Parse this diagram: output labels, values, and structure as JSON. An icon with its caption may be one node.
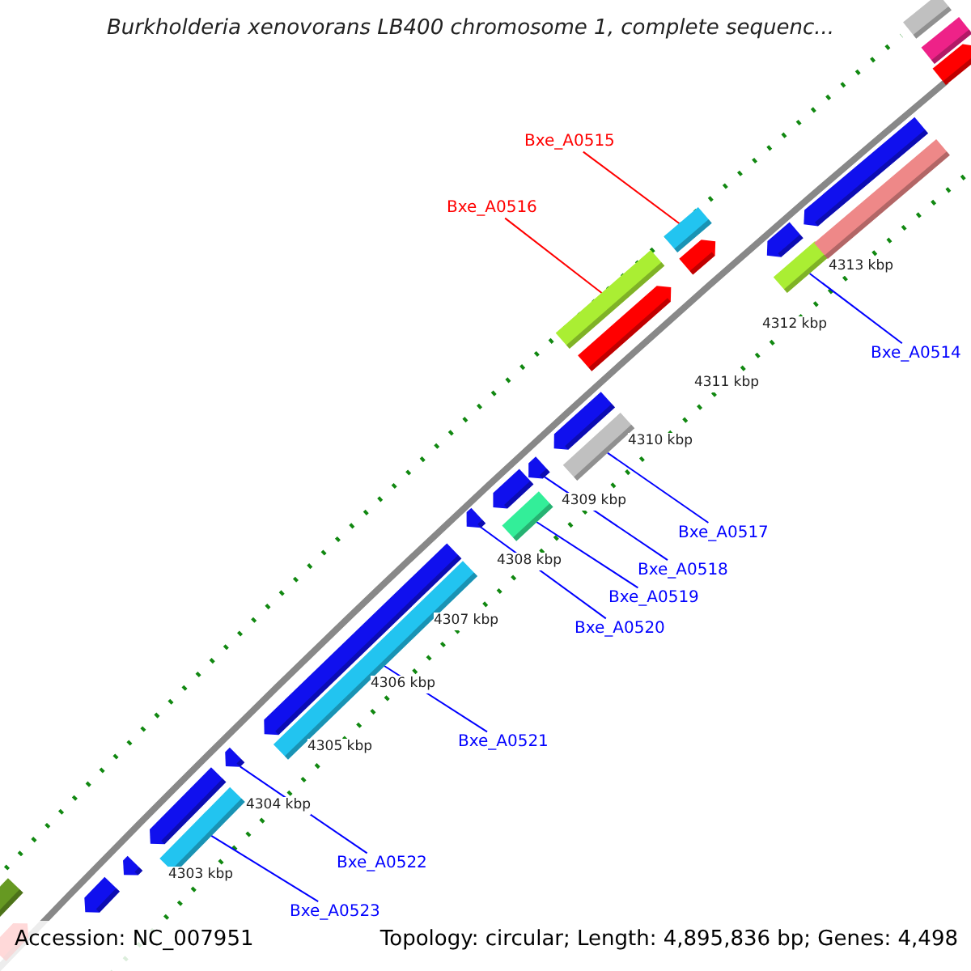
{
  "diagram": {
    "title": "Burkholderia xenovorans LB400 chromosome 1, complete sequenc...",
    "nodes": [
      {
        "text": [
          "Bxe_A0515"
        ]
      },
      {
        "text": [
          "Bxe_A0516"
        ]
      },
      {
        "text": [
          "Bxe_A0514"
        ]
      },
      {
        "text": [
          "Bxe_A0517"
        ]
      },
      {
        "text": [
          "Bxe_A0518"
        ]
      },
      {
        "text": [
          "Bxe_A0519"
        ]
      },
      {
        "text": [
          "Bxe_A0520"
        ]
      },
      {
        "text": [
          "Bxe_A0521"
        ]
      },
      {
        "text": [
          "Bxe_A0522"
        ]
      },
      {
        "text": [
          "Bxe_A0523"
        ]
      },
      {
        "text": [],
        "shape": "bar"
      },
      {
        "text": [],
        "shape": "pentagon"
      },
      {
        "text": [],
        "shape": "pentagon"
      },
      {
        "text": [],
        "shape": "pentagon"
      },
      {
        "text": [],
        "shape": "pentagon"
      },
      {
        "text": [],
        "shape": "bar"
      },
      {
        "text": [],
        "shape": "pentagon"
      },
      {
        "text": [],
        "shape": "pentagon"
      },
      {
        "text": [],
        "shape": "bar"
      },
      {
        "text": [],
        "shape": "pentagon"
      },
      {
        "text": [],
        "shape": "pentagon"
      },
      {
        "text": [],
        "shape": "bar"
      },
      {
        "text": [],
        "shape": "pentagon"
      },
      {
        "text": [],
        "shape": "pentagon"
      },
      {
        "text": [],
        "shape": "bar"
      },
      {
        "text": [],
        "shape": "bar"
      },
      {
        "text": [],
        "shape": "pentagon"
      },
      {
        "text": [],
        "shape": "bar"
      },
      {
        "text": [],
        "shape": "pentagon"
      },
      {
        "text": [],
        "shape": "pentagon"
      },
      {
        "text": [],
        "shape": "bar"
      },
      {
        "text": [],
        "shape": "pentagon"
      },
      {
        "text": [],
        "shape": "bar"
      },
      {
        "text": [],
        "shape": "bar"
      },
      {
        "text": [],
        "shape": "bar"
      },
      {
        "text": [],
        "shape": "pentagon"
      }
    ],
    "edges": [
      {
        "from": 0,
        "to": 27,
        "arrow": "none",
        "color": "#ff0000"
      },
      {
        "from": 1,
        "to": 25,
        "arrow": "none",
        "color": "#ff0000"
      },
      {
        "from": 2,
        "to": 30,
        "arrow": "none"
      },
      {
        "from": 3,
        "to": 24,
        "arrow": "none"
      },
      {
        "from": 4,
        "to": 22,
        "arrow": "none"
      },
      {
        "from": 5,
        "to": 21,
        "arrow": "none"
      },
      {
        "from": 6,
        "to": 19,
        "arrow": "none"
      },
      {
        "from": 7,
        "to": 18,
        "arrow": "none"
      },
      {
        "from": 8,
        "to": 16,
        "arrow": "none"
      },
      {
        "from": 9,
        "to": 15,
        "arrow": "none"
      }
    ],
    "labels": [
      "4313 kbp",
      "4312 kbp",
      "4311 kbp",
      "4310 kbp",
      "4309 kbp",
      "4308 kbp",
      "4307 kbp",
      "4306 kbp",
      "4305 kbp",
      "4304 kbp",
      "4303 kbp",
      "Accession: NC_007951",
      "Topology: circular; Length: 4,895,836 bp; Genes: 4,498"
    ]
  }
}
